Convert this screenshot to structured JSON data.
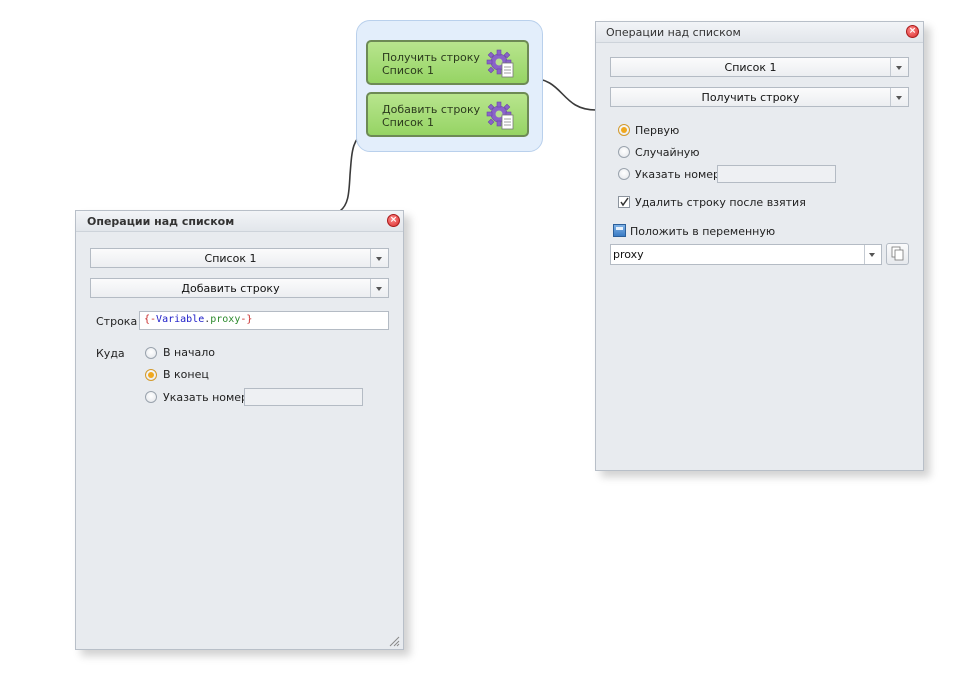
{
  "nodes": [
    {
      "line1": "Получить строку",
      "line2": "Список 1"
    },
    {
      "line1": "Добавить строку",
      "line2": "Список 1"
    }
  ],
  "win_add": {
    "title": "Операции над списком",
    "list_select": "Список 1",
    "operation_select": "Добавить строку",
    "string_label": "Строка",
    "string_value": {
      "open": "{-",
      "var": "Variable",
      "dot": ".",
      "name": "proxy",
      "close": "-}"
    },
    "where_label": "Куда",
    "options": [
      "В начало",
      "В конец",
      "Указать номер"
    ],
    "selected_option": "В конец"
  },
  "win_get": {
    "title": "Операции над списком",
    "list_select": "Список 1",
    "operation_select": "Получить строку",
    "options": [
      "Первую",
      "Случайную",
      "Указать номер"
    ],
    "selected_option": "Первую",
    "delete_label": "Удалить строку после взятия",
    "delete_checked": true,
    "put_var_label": "Положить в переменную",
    "variable_value": "proxy"
  },
  "colors": {
    "node_fill": "#a6dc78",
    "radio_selected": "#f0a81e",
    "var_keyword": "#1c1cc8",
    "var_name": "#2d8a2d",
    "brace": "#c82828"
  }
}
